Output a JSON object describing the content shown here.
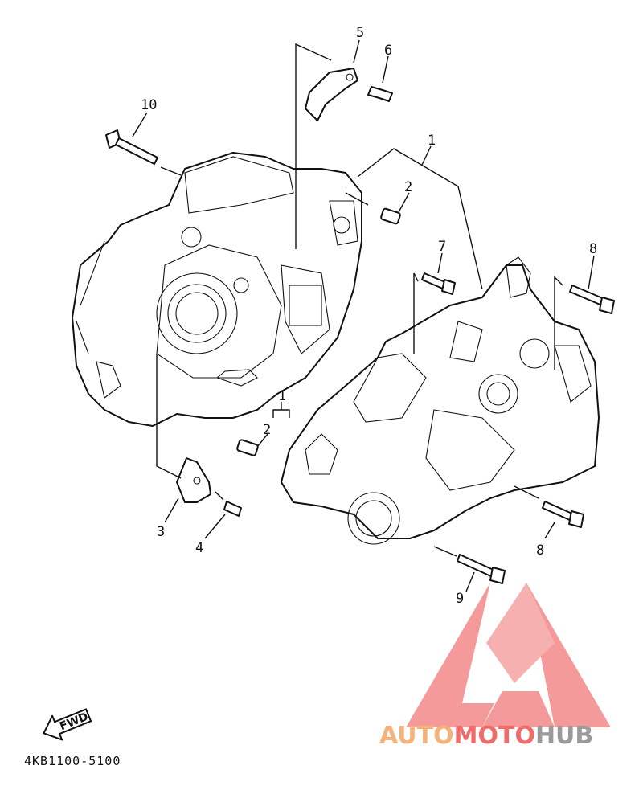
{
  "diagram": {
    "callouts": [
      {
        "id": "c5",
        "label": "5"
      },
      {
        "id": "c6",
        "label": "6"
      },
      {
        "id": "c10",
        "label": "10"
      },
      {
        "id": "c1a",
        "label": "1"
      },
      {
        "id": "c2a",
        "label": "2"
      },
      {
        "id": "c7",
        "label": "7"
      },
      {
        "id": "c8a",
        "label": "8"
      },
      {
        "id": "c1b",
        "label": "1"
      },
      {
        "id": "c2b",
        "label": "2"
      },
      {
        "id": "c3",
        "label": "3"
      },
      {
        "id": "c4",
        "label": "4"
      },
      {
        "id": "c8b",
        "label": "8"
      },
      {
        "id": "c9",
        "label": "9"
      }
    ],
    "fwd_label": "FWD",
    "diagram_code": "4KB1100-5100"
  },
  "watermark": {
    "part1": "AUTO",
    "part2": "MOTO",
    "part3": "HUB",
    "color_orange": "#f5b27a",
    "color_red": "#f26b6b",
    "color_gray": "#9a9a9a"
  }
}
